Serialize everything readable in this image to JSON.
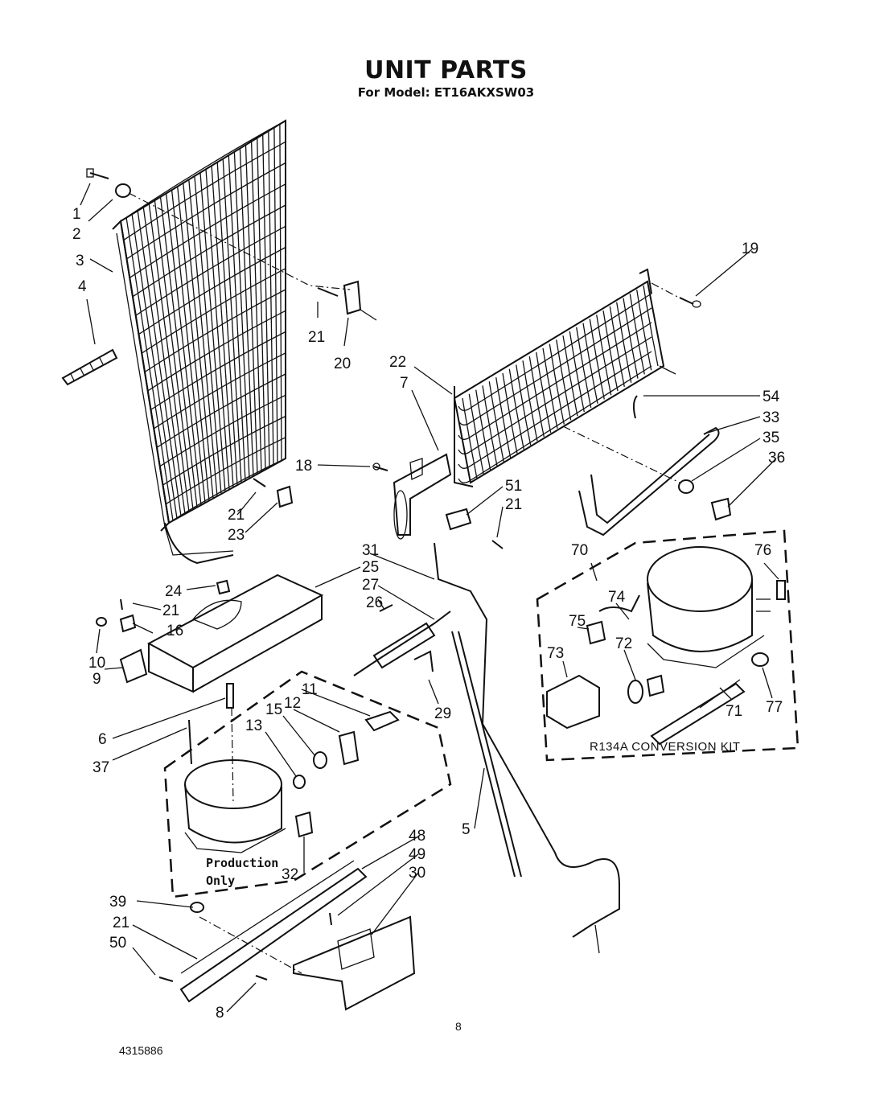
{
  "header": {
    "title": "UNIT PARTS",
    "subtitle": "For Model: ET16AKXSW03"
  },
  "notes": {
    "production_only_line1": "Production",
    "production_only_line2": "Only",
    "conversion_kit": "R134A  CONVERSION  KIT"
  },
  "footer": {
    "page_number": "8",
    "doc_number": "4315886"
  },
  "callouts": [
    "1",
    "2",
    "3",
    "4",
    "21",
    "20",
    "19",
    "22",
    "7",
    "54",
    "33",
    "35",
    "36",
    "18",
    "51",
    "21",
    "21",
    "23",
    "31",
    "25",
    "27",
    "26",
    "24",
    "21",
    "16",
    "10",
    "9",
    "70",
    "76",
    "74",
    "75",
    "73",
    "72",
    "71",
    "77",
    "11",
    "12",
    "15",
    "13",
    "6",
    "37",
    "29",
    "5",
    "32",
    "48",
    "49",
    "30",
    "39",
    "21",
    "50",
    "8"
  ]
}
